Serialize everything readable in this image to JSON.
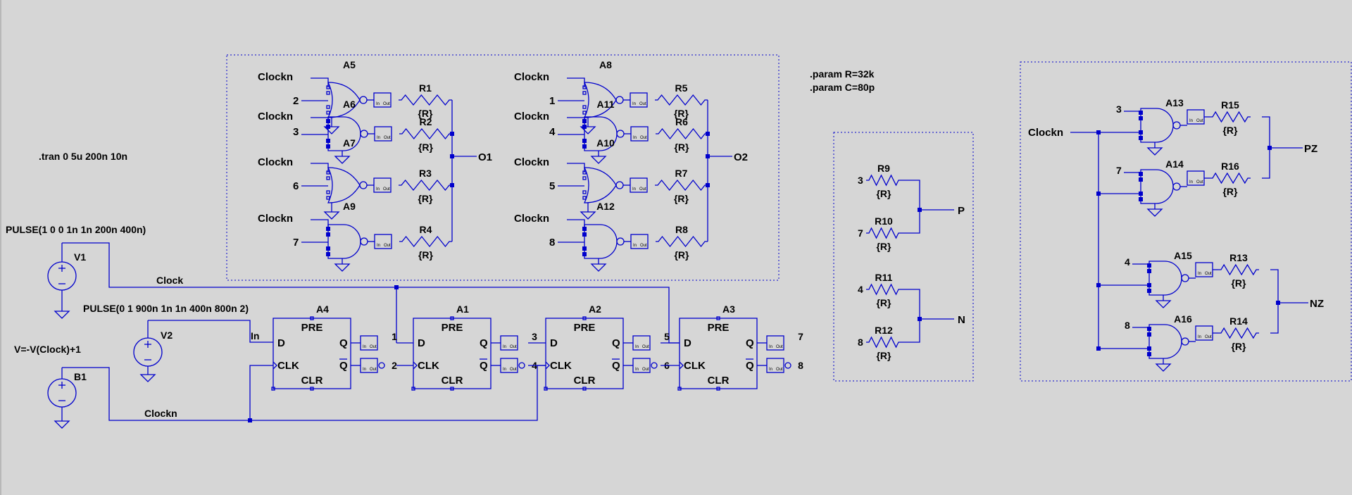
{
  "directives": {
    "tran": ".tran 0 5u 200n 10n",
    "param_r": ".param R=32k",
    "param_c": ".param C=80p"
  },
  "sources": {
    "v1": {
      "name": "V1",
      "value": "PULSE(1 0 0 1n 1n 200n 400n)"
    },
    "v2": {
      "name": "V2",
      "value": "PULSE(0 1 900n 1n 1n 400n 800n 2)"
    },
    "b1": {
      "name": "B1",
      "value": "V=-V(Clock)+1"
    }
  },
  "nets": {
    "clock": "Clock",
    "clockn": "Clockn",
    "in": "In",
    "o1": "O1",
    "o2": "O2",
    "p": "P",
    "n": "N",
    "pz": "PZ",
    "nz": "NZ"
  },
  "resistor_value": "{R}",
  "buffer_pins": {
    "in": "In",
    "out": "Out"
  },
  "flipflop_pins": {
    "d": "D",
    "q": "Q",
    "qbar": "Q",
    "clk": "CLK",
    "pre": "PRE",
    "clr": "CLR"
  },
  "flipflops": [
    {
      "name": "A4",
      "q_net": "1",
      "qbar_net": "2"
    },
    {
      "name": "A1",
      "q_net": "3",
      "qbar_net": "4"
    },
    {
      "name": "A2",
      "q_net": "5",
      "qbar_net": "6"
    },
    {
      "name": "A3",
      "q_net": "7",
      "qbar_net": "8"
    }
  ],
  "dac_left": [
    {
      "gate": "A5",
      "type": "nor",
      "input": "2",
      "res": "R1"
    },
    {
      "gate": "A6",
      "type": "nand",
      "input": "3",
      "res": "R2"
    },
    {
      "gate": "A7",
      "type": "nor",
      "input": "6",
      "res": "R3"
    },
    {
      "gate": "A9",
      "type": "nand",
      "input": "7",
      "res": "R4"
    }
  ],
  "dac_right": [
    {
      "gate": "A8",
      "type": "nor",
      "input": "1",
      "res": "R5"
    },
    {
      "gate": "A11",
      "type": "nand",
      "input": "4",
      "res": "R6"
    },
    {
      "gate": "A10",
      "type": "nor",
      "input": "5",
      "res": "R7"
    },
    {
      "gate": "A12",
      "type": "nand",
      "input": "8",
      "res": "R8"
    }
  ],
  "mid_dividers": [
    {
      "in": "3",
      "res": "R9"
    },
    {
      "in": "7",
      "res": "R10"
    },
    {
      "in": "4",
      "res": "R11"
    },
    {
      "in": "8",
      "res": "R12"
    }
  ],
  "right_gates": [
    {
      "gate": "A13",
      "input": "3",
      "res": "R15"
    },
    {
      "gate": "A14",
      "input": "7",
      "res": "R16"
    },
    {
      "gate": "A15",
      "input": "4",
      "res": "R13"
    },
    {
      "gate": "A16",
      "input": "8",
      "res": "R14"
    }
  ]
}
